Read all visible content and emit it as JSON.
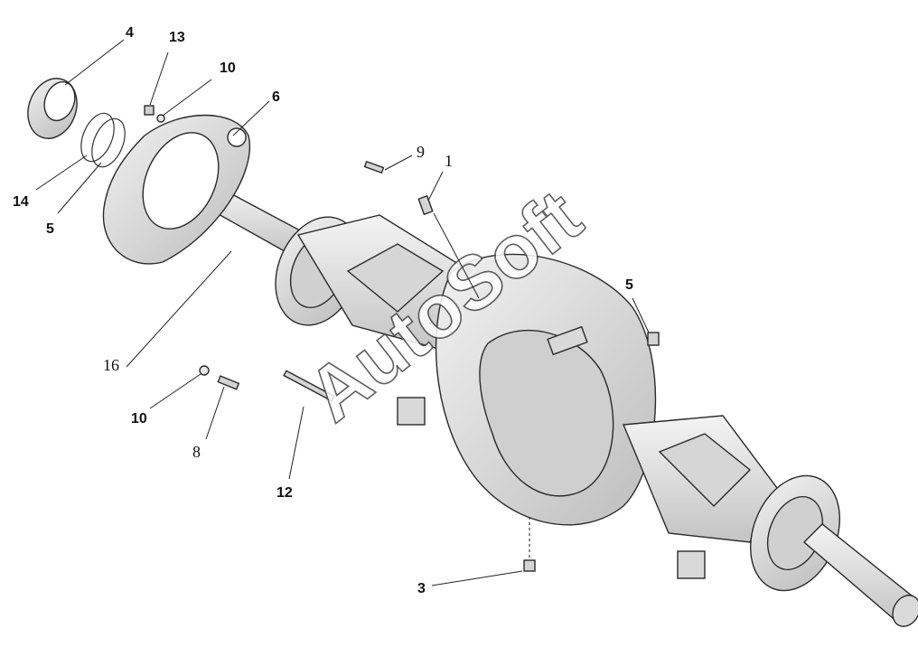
{
  "watermark": "AutoSoft",
  "callouts": [
    {
      "id": "c1",
      "label": "4"
    },
    {
      "id": "c2",
      "label": "13"
    },
    {
      "id": "c3",
      "label": "10"
    },
    {
      "id": "c4",
      "label": "6"
    },
    {
      "id": "c5",
      "label": "14"
    },
    {
      "id": "c6",
      "label": "5"
    },
    {
      "id": "c7",
      "label": "9"
    },
    {
      "id": "c8",
      "label": "1"
    },
    {
      "id": "c9",
      "label": "5"
    },
    {
      "id": "c10",
      "label": "16"
    },
    {
      "id": "c11",
      "label": "10"
    },
    {
      "id": "c12",
      "label": "8"
    },
    {
      "id": "c13",
      "label": "12"
    },
    {
      "id": "c14",
      "label": "3"
    }
  ],
  "colors": {
    "part_fill": "#e4e4e4",
    "part_shade": "#c9c9c9",
    "line": "#222222"
  }
}
